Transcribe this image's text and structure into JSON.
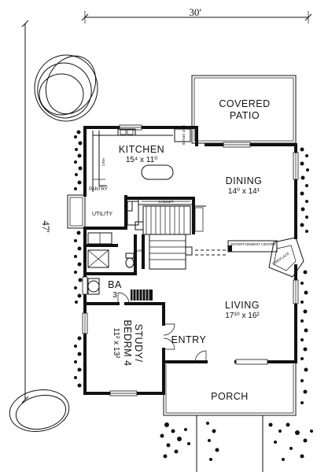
{
  "overall_dimensions": {
    "width": "30'",
    "depth": "47'"
  },
  "rooms": {
    "covered_patio": {
      "line1": "COVERED",
      "line2": "PATIO"
    },
    "kitchen": {
      "name": "KITCHEN",
      "size": "15⁴ x 11⁰"
    },
    "dining": {
      "name": "DINING",
      "size": "14⁰ x 14¹"
    },
    "living": {
      "name": "LIVING",
      "size": "17¹⁰ x 16²"
    },
    "study": {
      "line1": "STUDY/",
      "line2": "BEDRM 4",
      "size": "11² x 13²"
    },
    "bath": {
      "line1": "BA",
      "line2": "3"
    },
    "entry": {
      "name": "ENTRY"
    },
    "porch": {
      "name": "PORCH"
    },
    "utility": {
      "name": "UTILITY"
    }
  },
  "small_labels": {
    "pantry": "PANTRY",
    "ref_space": "REF SPACE",
    "kno": "KNO",
    "lin": "LIN",
    "cabinet": "CABINET",
    "entertainment_center": "ENTERTAINMENT CENTER",
    "fireplace": "FIREPLACE"
  }
}
